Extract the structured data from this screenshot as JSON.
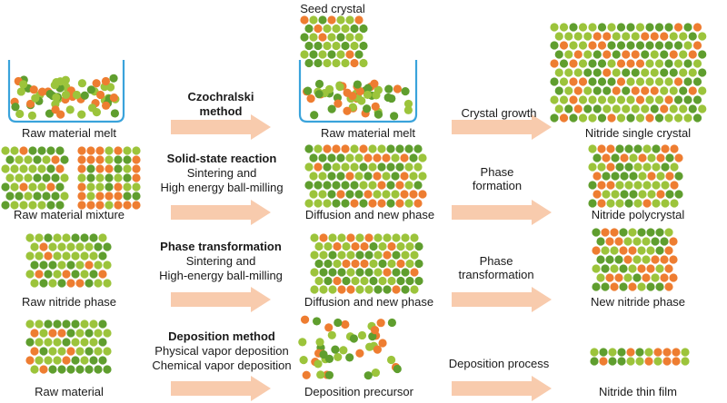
{
  "colors": {
    "lime": "#9cc43b",
    "green": "#5f9e2e",
    "orange": "#ee7d31",
    "arrow": "#f8cbad",
    "beaker": "#3aa3db"
  },
  "rows": [
    {
      "start_label": "Raw material melt",
      "method_title": "Czochralski method",
      "method_sub": [],
      "mid_label": "Raw material melt",
      "mid_top_label": "Seed crystal",
      "process": [
        "Crystal growth"
      ],
      "end_label": "Nitride single crystal"
    },
    {
      "start_label": "Raw material mixture",
      "method_title": "Solid-state reaction",
      "method_sub": [
        "Sintering and",
        "High energy ball-milling"
      ],
      "mid_label": "Diffusion and new phase",
      "process": [
        "Phase",
        "formation"
      ],
      "end_label": "Nitride polycrystal"
    },
    {
      "start_label": "Raw nitride phase",
      "method_title": "Phase transformation",
      "method_sub": [
        "Sintering and",
        "High-energy ball-milling"
      ],
      "mid_label": "Diffusion and new phase",
      "process": [
        "Phase",
        "transformation"
      ],
      "end_label": "New nitride phase"
    },
    {
      "start_label": "Raw material",
      "method_title": "Deposition method",
      "method_sub": [
        "Physical vapor deposition",
        "Chemical vapor deposition"
      ],
      "mid_label": "Deposition precursor",
      "process": [
        "Deposition process"
      ],
      "end_label": "Nitride thin film"
    }
  ]
}
